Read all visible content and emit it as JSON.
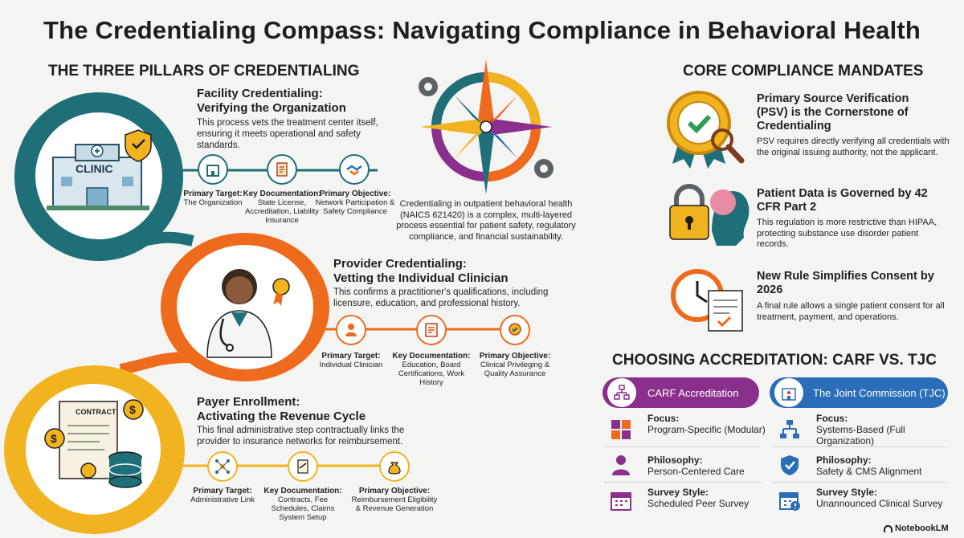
{
  "title": "The Credentialing Compass: Navigating Compliance in Behavioral Health",
  "pillars": {
    "heading": "THE THREE PILLARS OF CREDENTIALING",
    "facility": {
      "title_line1": "Facility Credentialing:",
      "title_line2": "Verifying the Organization",
      "description": "This process vets the treatment center itself, ensuring it meets operational and safety standards.",
      "building_sign": "CLINIC",
      "items": [
        {
          "label": "Primary Target:",
          "value": "The Organization",
          "icon": "building-icon"
        },
        {
          "label": "Key Documentation:",
          "value": "State License, Accreditation, Liability Insurance",
          "icon": "document-icon"
        },
        {
          "label": "Primary Objective:",
          "value": "Network Participation & Safety Compliance",
          "icon": "handshake-icon"
        }
      ]
    },
    "provider": {
      "title_line1": "Provider Credentialing:",
      "title_line2": "Vetting the Individual Clinician",
      "description": "This confirms a practitioner's qualifications, including licensure, education, and professional history.",
      "items": [
        {
          "label": "Primary Target:",
          "value": "Individual Clinician",
          "icon": "person-icon"
        },
        {
          "label": "Key Documentation:",
          "value": "Education, Board Certifications, Work History",
          "icon": "certificate-icon"
        },
        {
          "label": "Primary Objective:",
          "value": "Clinical Privileging & Quality Assurance",
          "icon": "badge-icon"
        }
      ]
    },
    "payer": {
      "title_line1": "Payer Enrollment:",
      "title_line2": "Activating the Revenue Cycle",
      "description": "This final administrative step contractually links the provider to insurance networks for reimbursement.",
      "contract_label": "CONTRACT",
      "items": [
        {
          "label": "Primary Target:",
          "value": "Administrative Link",
          "icon": "network-icon"
        },
        {
          "label": "Key Documentation:",
          "value": "Contracts, Fee Schedules, Claims System Setup",
          "icon": "contract-icon"
        },
        {
          "label": "Primary Objective:",
          "value": "Reimbursement Eligibility & Revenue Generation",
          "icon": "money-bag-icon"
        }
      ]
    }
  },
  "compass_text": "Credentialing in outpatient behavioral health (NAICS 621420) is a complex, multi-layered process essential for patient safety, regulatory compliance, and financial sustainability.",
  "mandates": {
    "heading": "CORE COMPLIANCE MANDATES",
    "items": [
      {
        "title": "Primary Source Verification (PSV) is the Cornerstone of Credentialing",
        "text": "PSV requires directly verifying all credentials with the original issuing authority, not the applicant.",
        "icon": "verified-seal-icon"
      },
      {
        "title": "Patient Data is Governed by 42 CFR Part 2",
        "text": "This regulation is more restrictive than HIPAA, protecting substance use disorder patient records.",
        "icon": "lock-brain-icon"
      },
      {
        "title": "New Rule Simplifies Consent by 2026",
        "text": "A final rule allows a single patient consent for all treatment, payment, and operations.",
        "icon": "clock-document-icon"
      }
    ]
  },
  "accreditation": {
    "heading": "CHOOSING ACCREDITATION: CARF VS. TJC",
    "carf": {
      "name": "CARF Accreditation",
      "rows": [
        {
          "label": "Focus:",
          "value": "Program-Specific (Modular)",
          "icon": "puzzle-icon"
        },
        {
          "label": "Philosophy:",
          "value": "Person-Centered Care",
          "icon": "person-icon"
        },
        {
          "label": "Survey Style:",
          "value": "Scheduled Peer Survey",
          "icon": "calendar-icon"
        }
      ]
    },
    "tjc": {
      "name": "The Joint Commission (TJC)",
      "rows": [
        {
          "label": "Focus:",
          "value": "Systems-Based (Full Organization)",
          "icon": "org-chart-icon"
        },
        {
          "label": "Philosophy:",
          "value": "Safety & CMS Alignment",
          "icon": "shield-check-icon"
        },
        {
          "label": "Survey Style:",
          "value": "Unannounced Clinical Survey",
          "icon": "calendar-alert-icon"
        }
      ]
    }
  },
  "brand": "NotebookLM",
  "colors": {
    "teal": "#1e6f78",
    "orange": "#ee6a1c",
    "yellow": "#f1b320",
    "purple": "#8a2f8c",
    "blue": "#2a6db8"
  }
}
